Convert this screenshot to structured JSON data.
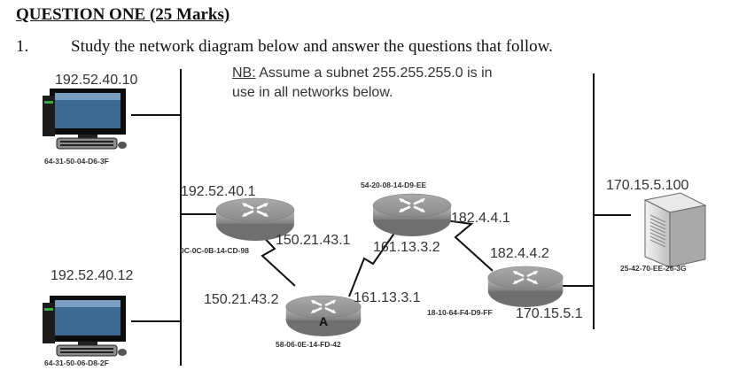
{
  "header": {
    "title": "QUESTION ONE (25 Marks)",
    "question_number": "1.",
    "question_text": "Study the network diagram below and answer the questions that follow."
  },
  "note": {
    "prefix": "NB:",
    "line1": " Assume a subnet 255.255.255.0 is in",
    "line2": "use in all networks below."
  },
  "hosts": {
    "pc1": {
      "ip": "192.52.40.10",
      "mac": "64-31-50-04-D6-3F"
    },
    "pc2": {
      "ip": "192.52.40.12",
      "mac": "64-31-50-06-D8-2F"
    },
    "server": {
      "ip": "170.15.5.100",
      "mac": "25-42-70-EE-26-3G"
    }
  },
  "routers": {
    "left": {
      "ip_lan": "192.52.40.1",
      "mac": "0C-0C-0B-14-CD-98",
      "ip_wan": "150.21.43.1"
    },
    "a": {
      "label": "A",
      "ip_left": "150.21.43.2",
      "ip_right": "161.13.3.1",
      "mac": "58-06-0E-14-FD-42"
    },
    "top": {
      "mac": "54-20-08-14-D9-EE",
      "ip_right": "182.4.4.1",
      "ip_left": "161.13.3.2"
    },
    "right": {
      "ip_left": "182.4.4.2",
      "mac": "18-10-64-F4-D9-FF",
      "ip_lan": "170.15.5.1"
    }
  }
}
